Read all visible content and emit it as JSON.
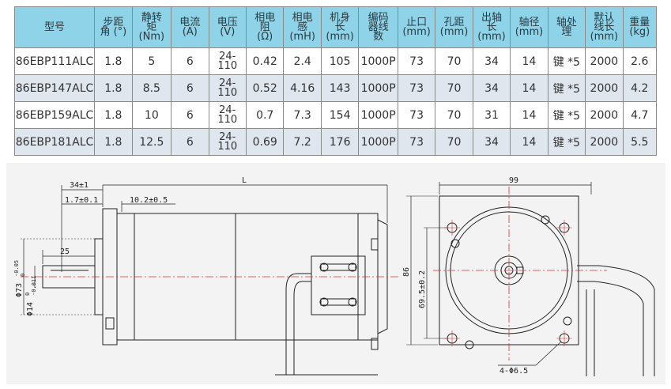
{
  "table": {
    "headers": [
      [
        "型号"
      ],
      [
        "步距",
        "角 (°)"
      ],
      [
        "静转",
        "矩",
        "(Nm)"
      ],
      [
        "电流",
        "(A)"
      ],
      [
        "电压",
        "(V)"
      ],
      [
        "相电",
        "阻",
        "(Ω)"
      ],
      [
        "相电",
        "感",
        "(mH)"
      ],
      [
        "机身",
        "长",
        "(mm)"
      ],
      [
        "编码",
        "器线",
        "数"
      ],
      [
        "止口",
        "(mm)"
      ],
      [
        "孔距",
        "(mm)"
      ],
      [
        "出轴",
        "长",
        "(mm)"
      ],
      [
        "轴径",
        "(mm)"
      ],
      [
        "轴处",
        "理"
      ],
      [
        "默认",
        "线长",
        "(mm)"
      ],
      [
        "重量",
        "(kg)"
      ]
    ],
    "rows": [
      [
        "86EBP111ALC",
        "1.8",
        "5",
        "6",
        "24-110",
        "0.42",
        "2.4",
        "105",
        "1000P",
        "73",
        "70",
        "34",
        "14",
        "键 *5",
        "2000",
        "2.6"
      ],
      [
        "86EBP147ALC",
        "1.8",
        "8.5",
        "6",
        "24-110",
        "0.52",
        "4.16",
        "143",
        "1000P",
        "73",
        "70",
        "34",
        "14",
        "键 *5",
        "2000",
        "4.2"
      ],
      [
        "86EBP159ALC",
        "1.8",
        "10",
        "6",
        "24-110",
        "0.7",
        "7.3",
        "154",
        "1000P",
        "73",
        "70",
        "31",
        "14",
        "键 *5",
        "2000",
        "4.7"
      ],
      [
        "86EBP181ALC",
        "1.8",
        "12.5",
        "6",
        "24-110",
        "0.69",
        "7.2",
        "176",
        "1000P",
        "73",
        "70",
        "34",
        "14",
        "键 *5",
        "2000",
        "5.5"
      ]
    ]
  },
  "drawing": {
    "side": {
      "dim_total": "34±1",
      "dim_flange": "1.7±0.1",
      "dim_step": "10.2±0.5",
      "dim_length": "L",
      "dim_shaft": "25",
      "dim_pilot": "Φ73",
      "dim_pilot_tol": "-0.05",
      "dim_pilot_tol2": "0",
      "dim_shaft_dia": "Φ14",
      "dim_shaft_tol": "0",
      "dim_shaft_tol2": "-0.011"
    },
    "front": {
      "dim_width": "99",
      "dim_height": "86",
      "dim_holes": "69.5±0.2",
      "dim_hole_spec": "4-Φ6.5"
    }
  }
}
